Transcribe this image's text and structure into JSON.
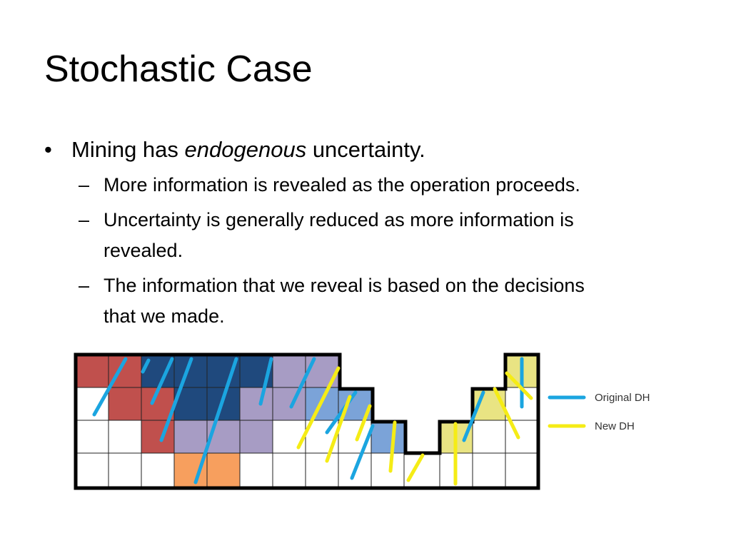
{
  "slide": {
    "title": "Stochastic Case",
    "bullet1": {
      "before": "Mining has ",
      "emphasis": "endogenous",
      "after": " uncertainty."
    },
    "sub_bullets": [
      {
        "line1": "More information is revealed as the operation proceeds.",
        "line2": ""
      },
      {
        "line1": "Uncertainty is generally reduced as more information is",
        "line2": "revealed."
      },
      {
        "line1": "The information that we reveal is based on the decisions",
        "line2": "that we made."
      }
    ],
    "bullet_symbol": "•",
    "dash_symbol": "–"
  },
  "diagram": {
    "grid": {
      "columns": 14,
      "rows": 4
    },
    "colors": {
      "red": "#C0504D",
      "navy": "#1F497D",
      "lavender": "#A79CC4",
      "light_blue": "#7BA3D8",
      "orange": "#F79F5E",
      "yellow_fill": "#E9E483",
      "outline": "#000000",
      "original_dh": "#1BA5E0",
      "new_dh": "#F5EC16"
    },
    "legend": {
      "original": "Original DH",
      "new": "New DH"
    }
  }
}
